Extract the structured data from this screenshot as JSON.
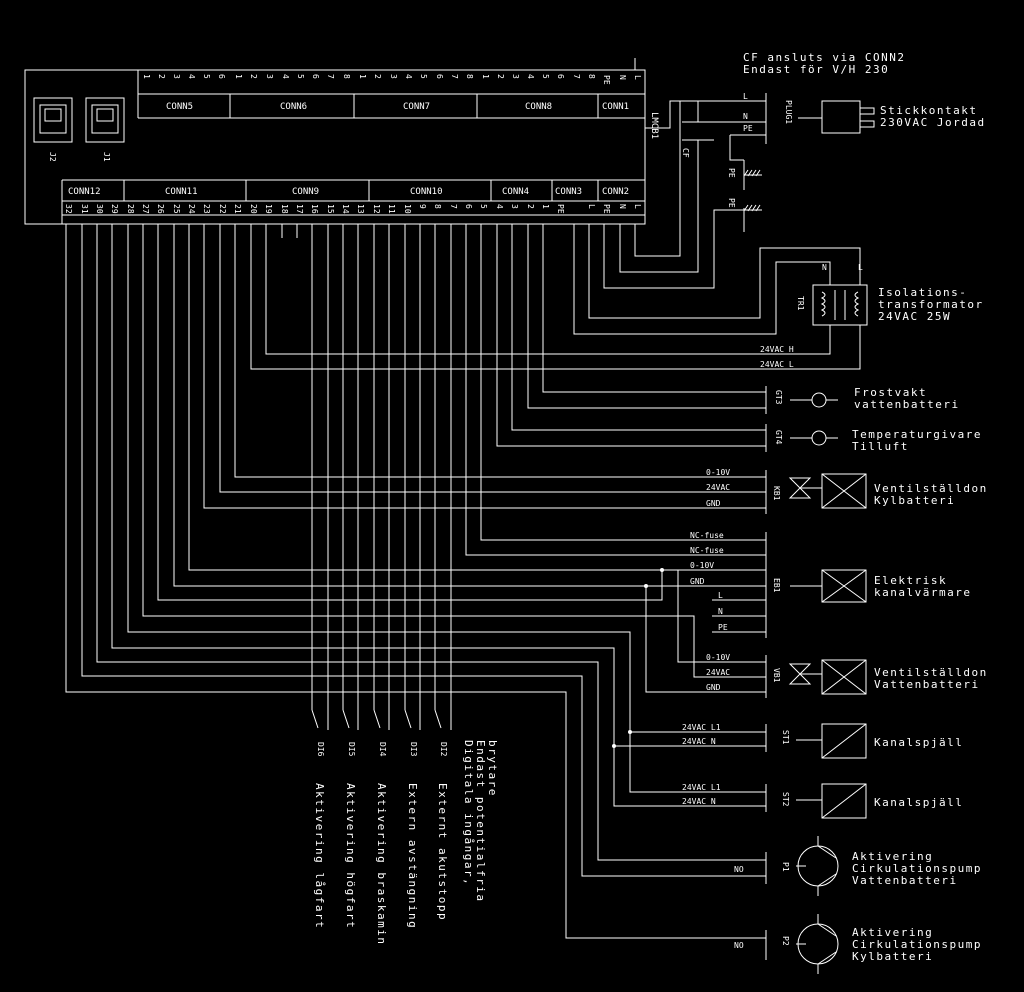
{
  "board": {
    "name": "LMCB1",
    "jacks": [
      "J2",
      "J1"
    ],
    "top_connectors": [
      {
        "name": "CONN5",
        "pins": [
          "1",
          "2",
          "3",
          "4",
          "5",
          "6"
        ]
      },
      {
        "name": "CONN6",
        "pins": [
          "1",
          "2",
          "3",
          "4",
          "5",
          "6",
          "7",
          "8"
        ]
      },
      {
        "name": "CONN7",
        "pins": [
          "1",
          "2",
          "3",
          "4",
          "5",
          "6",
          "7",
          "8"
        ]
      },
      {
        "name": "CONN8",
        "pins": [
          "1",
          "2",
          "3",
          "4",
          "5",
          "6",
          "7",
          "8"
        ]
      },
      {
        "name": "CONN1",
        "pins": [
          "PE",
          "N",
          "L"
        ]
      }
    ],
    "bottom_connectors": [
      {
        "name": "CONN12",
        "pins": [
          "32",
          "31",
          "30",
          "29"
        ]
      },
      {
        "name": "CONN11",
        "pins": [
          "28",
          "27",
          "26",
          "25",
          "24",
          "23",
          "22",
          "21"
        ]
      },
      {
        "name": "CONN9",
        "pins": [
          "20",
          "19",
          "18",
          "17",
          "16",
          "15",
          "14",
          "13"
        ]
      },
      {
        "name": "CONN10",
        "pins": [
          "12",
          "11",
          "10",
          "9",
          "8",
          "7",
          "6",
          "5"
        ]
      },
      {
        "name": "CONN4",
        "pins": [
          "4",
          "3",
          "2",
          "1"
        ]
      },
      {
        "name": "CONN3",
        "pins": [
          "PE",
          "L"
        ]
      },
      {
        "name": "CONN2",
        "pins": [
          "PE",
          "N",
          "L"
        ]
      }
    ]
  },
  "power": {
    "note_line1": "CF ansluts via CONN2",
    "note_line2": "Endast för V/H 230",
    "plug_id": "PLUG1",
    "plug_pins": [
      "L",
      "N",
      "PE"
    ],
    "plug_label1": "Stickkontakt",
    "plug_label2": "230VAC Jordad",
    "cf_label": "CF",
    "pe_labels": [
      "PE",
      "PE"
    ]
  },
  "transformer": {
    "id": "TR1",
    "terminals": [
      "N",
      "L"
    ],
    "label1": "Isolations-",
    "label2": "transformator",
    "label3": "24VAC 25W",
    "out_h": "24VAC_H",
    "out_l": "24VAC_L"
  },
  "components": {
    "gt3": {
      "id": "GT3",
      "label1": "Frostvakt",
      "label2": "vattenbatteri"
    },
    "gt4": {
      "id": "GT4",
      "label1": "Temperaturgivare",
      "label2": "Tilluft"
    },
    "kb1": {
      "id": "KB1",
      "label1": "Ventilställdon",
      "label2": "Kylbatteri",
      "sig": [
        "0-10V",
        "24VAC",
        "GND"
      ]
    },
    "eb1": {
      "id": "EB1",
      "label1": "Elektrisk",
      "label2": "kanalvärmare",
      "sig": [
        "NC-fuse",
        "NC-fuse",
        "0-10V",
        "GND",
        "L",
        "N",
        "PE"
      ]
    },
    "vb1": {
      "id": "VB1",
      "label1": "Ventilställdon",
      "label2": "Vattenbatteri",
      "sig": [
        "0-10V",
        "24VAC",
        "GND"
      ]
    },
    "st1": {
      "id": "ST1",
      "label1": "Kanalspjäll",
      "sig": [
        "24VAC_L1",
        "24VAC_N"
      ]
    },
    "st2": {
      "id": "ST2",
      "label1": "Kanalspjäll",
      "sig": [
        "24VAC_L1",
        "24VAC_N"
      ]
    },
    "p1": {
      "id": "P1",
      "label1": "Aktivering",
      "label2": "Cirkulationspump",
      "label3": "Vattenbatteri",
      "sig": "NO"
    },
    "p2": {
      "id": "P2",
      "label1": "Aktivering",
      "label2": "Cirkulationspump",
      "label3": "Kylbatteri",
      "sig": "NO"
    }
  },
  "digital_inputs": {
    "title1": "Digitala ingångar,",
    "title2": "Endast potentialfria",
    "title3": "brytare",
    "items": [
      {
        "id": "DI6",
        "label": "Aktivering lågfart"
      },
      {
        "id": "DI5",
        "label": "Aktivering högfart"
      },
      {
        "id": "DI4",
        "label": "Aktivering braskamin"
      },
      {
        "id": "DI3",
        "label": "Extern avstängning"
      },
      {
        "id": "DI2",
        "label": "Externt akutstopp"
      }
    ]
  },
  "colors": {
    "background": "#000000",
    "line": "#ffffff"
  }
}
